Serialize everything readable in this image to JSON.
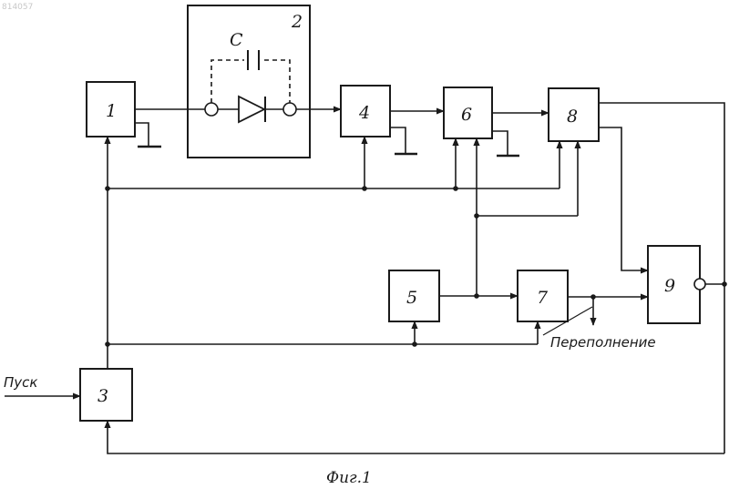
{
  "doc_id": "814057",
  "blocks": {
    "b1": "1",
    "b2": "2",
    "b3": "3",
    "b4": "4",
    "b5": "5",
    "b6": "6",
    "b7": "7",
    "b8": "8",
    "b9": "9"
  },
  "capacitor_label": "C",
  "start_label": "Пуск",
  "overflow_label": "Переполнение",
  "figure_caption": "Фиг.1"
}
